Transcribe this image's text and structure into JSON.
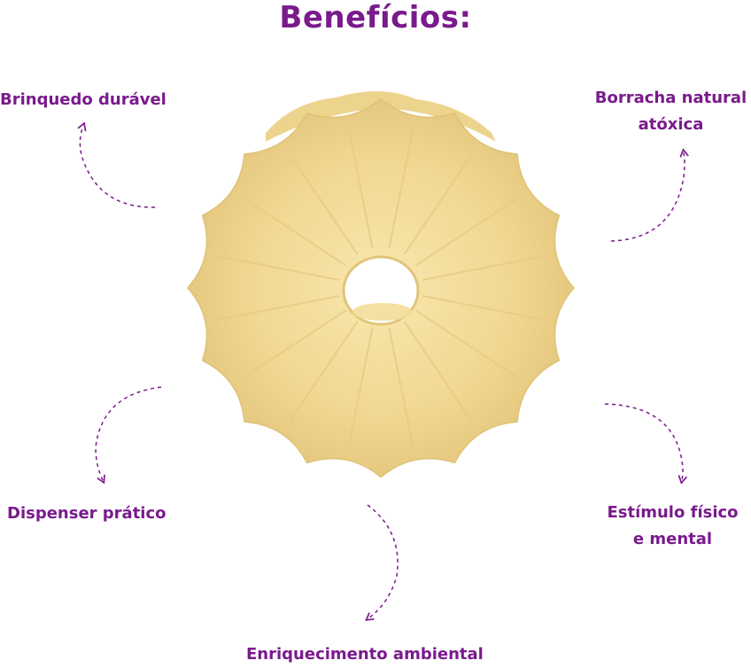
{
  "title": "Benefícios:",
  "benefits": {
    "duravel": "Brinquedo durável",
    "borracha_line1": "Borracha natural",
    "borracha_line2": "atóxica",
    "dispenser": "Dispenser prático",
    "estimulo_line1": "Estímulo físico",
    "estimulo_line2": "e mental",
    "enriquecimento": "Enriquecimento ambiental"
  },
  "colors": {
    "accent": "#7a1a8c",
    "toy_light": "#f6e3a6",
    "toy_mid": "#efd58f",
    "toy_dark": "#d9bb6e"
  }
}
